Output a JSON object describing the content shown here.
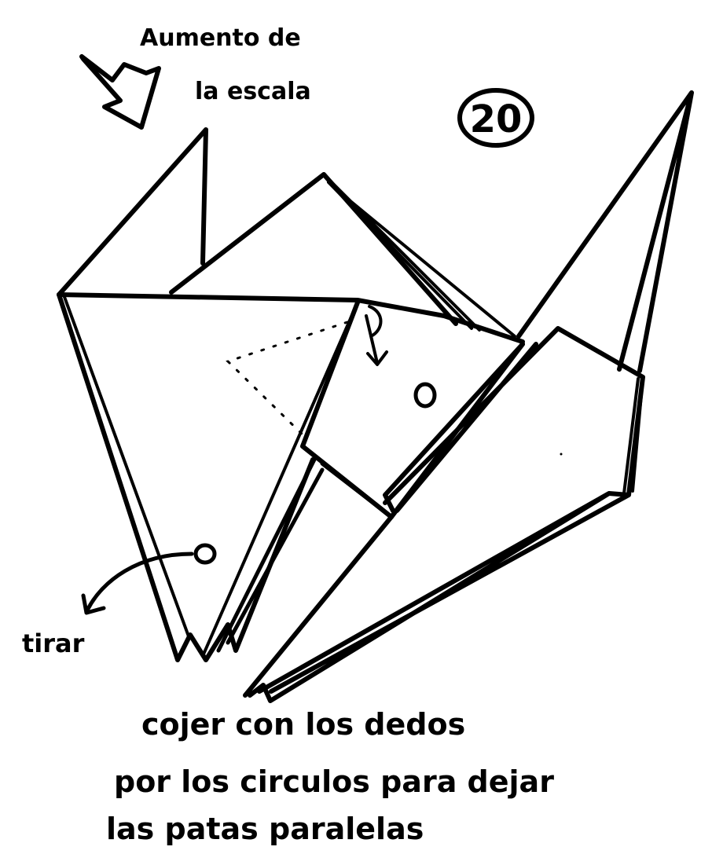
{
  "step_number": "20",
  "labels": {
    "scale_note_line1": "Aumento de",
    "scale_note_line2": "la escala",
    "pull": "tirar",
    "instruction_line1": "cojer con los dedos",
    "instruction_line2": "por los circulos para dejar",
    "instruction_line3": "las patas paralelas"
  }
}
